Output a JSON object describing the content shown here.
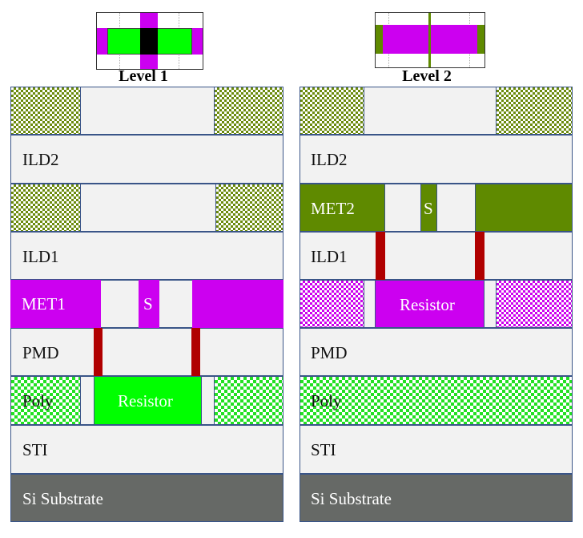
{
  "left": {
    "title": "Level 1",
    "layers": {
      "ild2": "ILD2",
      "ild1": "ILD1",
      "met1": "MET1",
      "met1_s": "S",
      "pmd": "PMD",
      "poly": "Poly",
      "resistor": "Resistor",
      "sti": "STI",
      "substrate": "Si Substrate"
    }
  },
  "right": {
    "title": "Level 2",
    "layers": {
      "ild2": "ILD2",
      "met2": "MET2",
      "met2_s": "S",
      "ild1": "ILD1",
      "resistor": "Resistor",
      "pmd": "PMD",
      "poly": "Poly",
      "sti": "STI",
      "substrate": "Si Substrate"
    }
  },
  "colors": {
    "met1": "#cc00f0",
    "poly_resistor": "#00ff00",
    "met2": "#5f8a00",
    "via": "#b00000",
    "substrate": "#666966",
    "dielectric": "#f2f2f2",
    "border": "#3a5588"
  }
}
